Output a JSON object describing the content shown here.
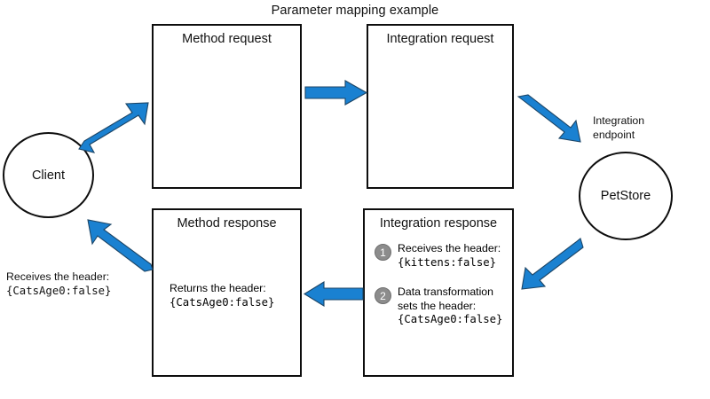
{
  "title": "Parameter mapping example",
  "nodes": {
    "client": {
      "label": "Client"
    },
    "petstore": {
      "label": "PetStore",
      "caption_line1": "Integration",
      "caption_line2": "endpoint"
    }
  },
  "boxes": {
    "method_request": {
      "title": "Method request"
    },
    "integration_request": {
      "title": "Integration request"
    },
    "method_response": {
      "title": "Method response",
      "body_line1": "Returns the header:",
      "body_line2": "{CatsAge0:false}"
    },
    "integration_response": {
      "title": "Integration response",
      "steps": [
        {
          "number": "1",
          "line1": "Receives the header:",
          "line2": "{kittens:false}"
        },
        {
          "number": "2",
          "line1": "Data transformation",
          "line2": "sets the header:",
          "line3": "{CatsAge0:false}"
        }
      ]
    }
  },
  "captions": {
    "client_receives_line1": "Receives the header:",
    "client_receives_line2": "{CatsAge0:false}"
  },
  "arrows": {
    "client_to_method_request": "arrow-up-right",
    "method_request_to_integration_request": "arrow-right",
    "integration_request_to_petstore": "arrow-down-right",
    "petstore_to_integration_response": "arrow-down-left",
    "integration_response_to_method_response": "arrow-left",
    "method_response_to_client": "arrow-up-left"
  },
  "colors": {
    "arrow_fill": "#1a81d1",
    "arrow_stroke": "#1c4566",
    "badge_fill": "#8c8c8c",
    "outline": "#0d0d0d",
    "background": "#ffffff"
  }
}
